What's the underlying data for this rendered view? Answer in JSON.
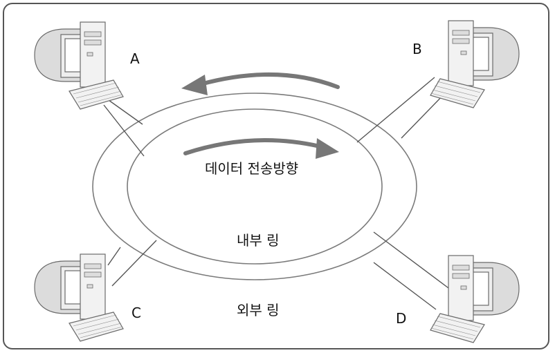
{
  "nodes": {
    "a": {
      "label": "A"
    },
    "b": {
      "label": "B"
    },
    "c": {
      "label": "C"
    },
    "d": {
      "label": "D"
    }
  },
  "rings": {
    "direction_label": "데이터 전송방향",
    "inner_label": "내부 링",
    "outer_label": "외부 링"
  },
  "colors": {
    "border": "#555555",
    "ring_stroke": "#7a7a7a",
    "arrow": "#777777",
    "computer_fill": "#dcdcdc"
  },
  "icons": {
    "computer": "desktop-computer-icon",
    "arrow_outer": "arrow-left-curved",
    "arrow_inner": "arrow-right-curved"
  }
}
